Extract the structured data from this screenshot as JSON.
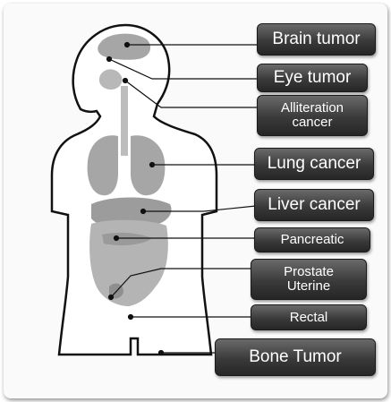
{
  "labels": {
    "brain": "Brain tumor",
    "eye": "Eye tumor",
    "alliteration": "Alliteration\ncancer",
    "lung": "Lung cancer",
    "liver": "Liver cancer",
    "pancreatic": "Pancreatic",
    "prostate": "Prostate\nUterine",
    "rectal": "Rectal",
    "bone": "Bone Tumor"
  },
  "colors": {
    "label_bg": "#333333",
    "label_text": "#ffffff",
    "organ_fill": "#a6a6a6",
    "outline": "#111111",
    "leader_line": "#111111"
  }
}
